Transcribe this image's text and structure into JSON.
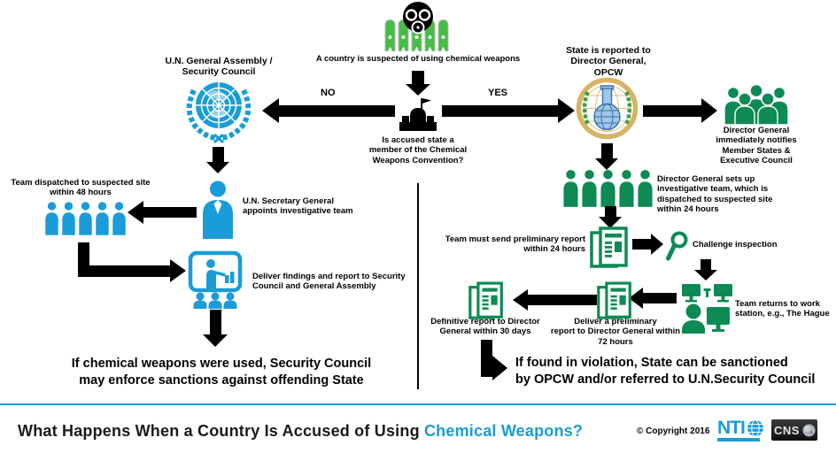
{
  "colors": {
    "accent_blue": "#199cd8",
    "green": "#0e8a55",
    "bright_green": "#47bd47",
    "gold": "#d7b464",
    "black": "#000000"
  },
  "flow": {
    "suspect": {
      "caption": "A country is suspected of using chemical weapons"
    },
    "decision": {
      "caption": "Is accused state a\nmember of the Chemical\nWeapons Convention?",
      "no_label": "NO",
      "yes_label": "YES"
    },
    "left": {
      "heading": "U.N. General Assembly /\nSecurity Council",
      "team_caption": "Team dispatched to suspected site\nwithin 48 hours",
      "sg_caption": "U.N. Secretary General\nappoints investigative team",
      "findings_caption": "Deliver findings and report to Security\nCouncil and General Assembly",
      "conclusion": "If chemical weapons were used, Security Council\nmay enforce sanctions against offending State"
    },
    "right": {
      "heading": "State is reported to\nDirector General,\nOPCW",
      "notify_caption": "Director General\nimmediately notifies\nMember States &\nExecutive Council",
      "setup_caption": "Director General sets up\ninvestigative team, which is\ndispatched to suspected site\nwithin 24 hours",
      "prelim_caption": "Team must send preliminary report\nwithin 24 hours",
      "challenge_caption": "Challenge inspection",
      "workstation_caption": "Team returns to work\nstation, e.g., The Hague",
      "deliver_caption": "Deliver a preliminary\nreport to Director General within\n72 hours",
      "definitive_caption": "Definitive report to Director\nGeneral within 30 days",
      "conclusion": "If found in violation, State can be sanctioned\nby OPCW and/or referred to U.N.Security Council"
    }
  },
  "footer": {
    "title_prefix": "What Happens When a Country Is Accused of Using ",
    "title_highlight": "Chemical Weapons?",
    "copyright": "© Copyright 2016",
    "nti_label": "NTI",
    "cns_label": "CNS"
  }
}
